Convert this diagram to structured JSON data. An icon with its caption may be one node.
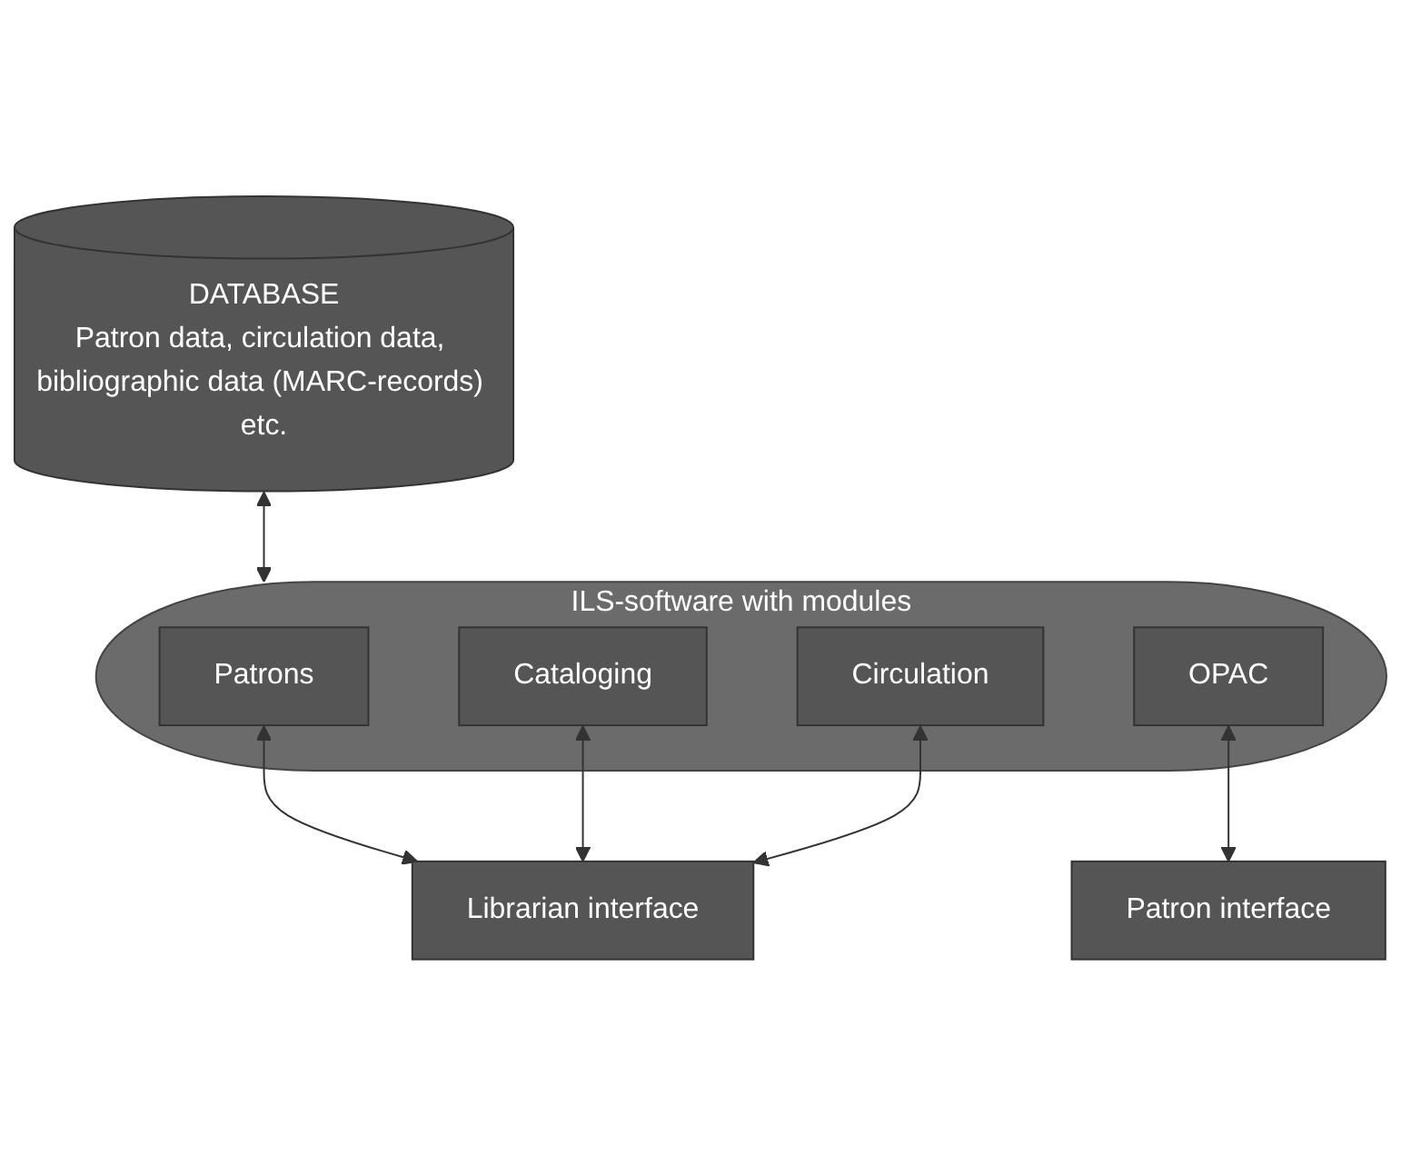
{
  "diagram": {
    "nodes": [
      {
        "text": [
          "DATABASE",
          "Patron data, circulation data, bibliographic data (MARC-records) etc."
        ]
      },
      {
        "text": [
          "ILS-software with modules"
        ]
      },
      {
        "text": [
          "Patrons"
        ],
        "in": 1
      },
      {
        "text": [
          "Cataloging"
        ],
        "in": 1
      },
      {
        "text": [
          "Circulation"
        ],
        "in": 1
      },
      {
        "text": [
          "OPAC"
        ],
        "in": 1
      },
      {
        "text": [
          "Librarian interface"
        ]
      },
      {
        "text": [
          "Patron interface"
        ]
      }
    ],
    "edges": [
      {
        "from": 0,
        "to": 1,
        "arrow": "both"
      },
      {
        "from": 2,
        "to": 6,
        "arrow": "both"
      },
      {
        "from": 3,
        "to": 6,
        "arrow": "both"
      },
      {
        "from": 4,
        "to": 6,
        "arrow": "both"
      },
      {
        "from": 5,
        "to": 7,
        "arrow": "both"
      }
    ]
  }
}
